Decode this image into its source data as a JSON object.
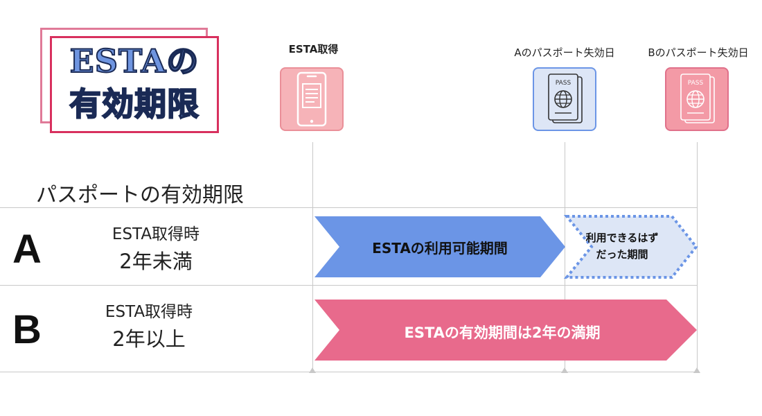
{
  "badge": {
    "line1": "ESTAの",
    "line2": "有効期限"
  },
  "columns": {
    "esta_acquired": "ESTA取得",
    "passport_a_expiry": "Aのパスポート失効日",
    "passport_b_expiry": "Bのパスポート失効日"
  },
  "icons": {
    "esta": "phone-document-icon",
    "passport_a": "passport-icon",
    "passport_b": "passport-icon",
    "passport_text": "PASS"
  },
  "section_title": "パスポートの有効期限",
  "rows": [
    {
      "letter": "A",
      "condition_line1": "ESTA取得時",
      "condition_line2": "2年未満",
      "bar_label": "ESTAの利用可能期間",
      "extension_label_line1": "利用できるはず",
      "extension_label_line2": "だった期間"
    },
    {
      "letter": "B",
      "condition_line1": "ESTA取得時",
      "condition_line2": "2年以上",
      "bar_label": "ESTAの有効期間は2年の満期"
    }
  ],
  "colors": {
    "blue_arrow": "#6b95e6",
    "blue_light": "#dde6f6",
    "blue_dotted": "#6b95e6",
    "pink_arrow": "#e86a8c",
    "pink_icon": "#f6b3b8",
    "pink_icon_border": "#ea8f98",
    "passport_b_bg": "#f39aa6",
    "passport_b_border": "#e0708a",
    "badge_pink": "#d8305e",
    "badge_text": "#6f95e0",
    "grid": "#c8c8c8"
  }
}
